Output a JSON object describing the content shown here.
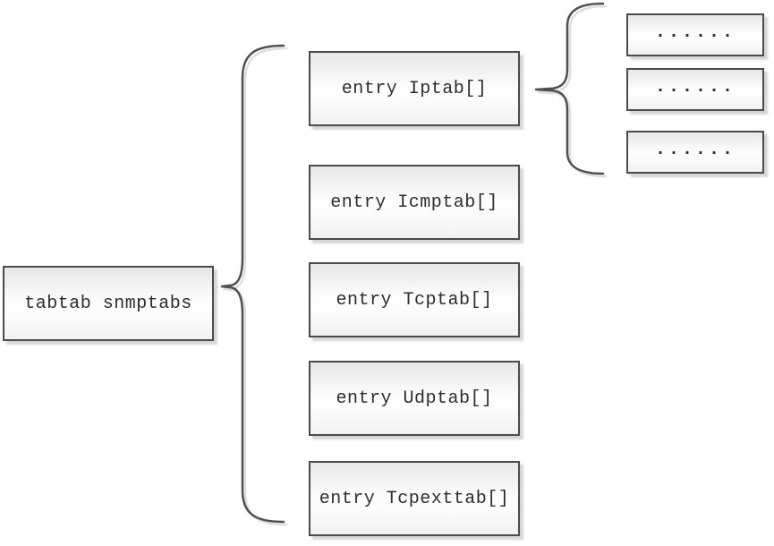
{
  "diagram": {
    "root": {
      "label": "tabtab snmptabs"
    },
    "entries": [
      {
        "label": "entry Iptab[]"
      },
      {
        "label": "entry Icmptab[]"
      },
      {
        "label": "entry Tcptab[]"
      },
      {
        "label": "entry Udptab[]"
      },
      {
        "label": "entry Tcpexttab[]"
      }
    ],
    "sub_entries": [
      {
        "label": "......"
      },
      {
        "label": "......"
      },
      {
        "label": "......"
      }
    ],
    "colors": {
      "box_border": "#4b4b4b",
      "box_fill_top": "#e7e7e7",
      "box_fill_mid": "#fdfdfd",
      "box_fill_bottom": "#f1f1f1",
      "brace_stroke": "#4f4f4f",
      "brace_shadow": "#dedede",
      "text_color": "#2d2d2d",
      "bg": "#ffffff"
    }
  }
}
